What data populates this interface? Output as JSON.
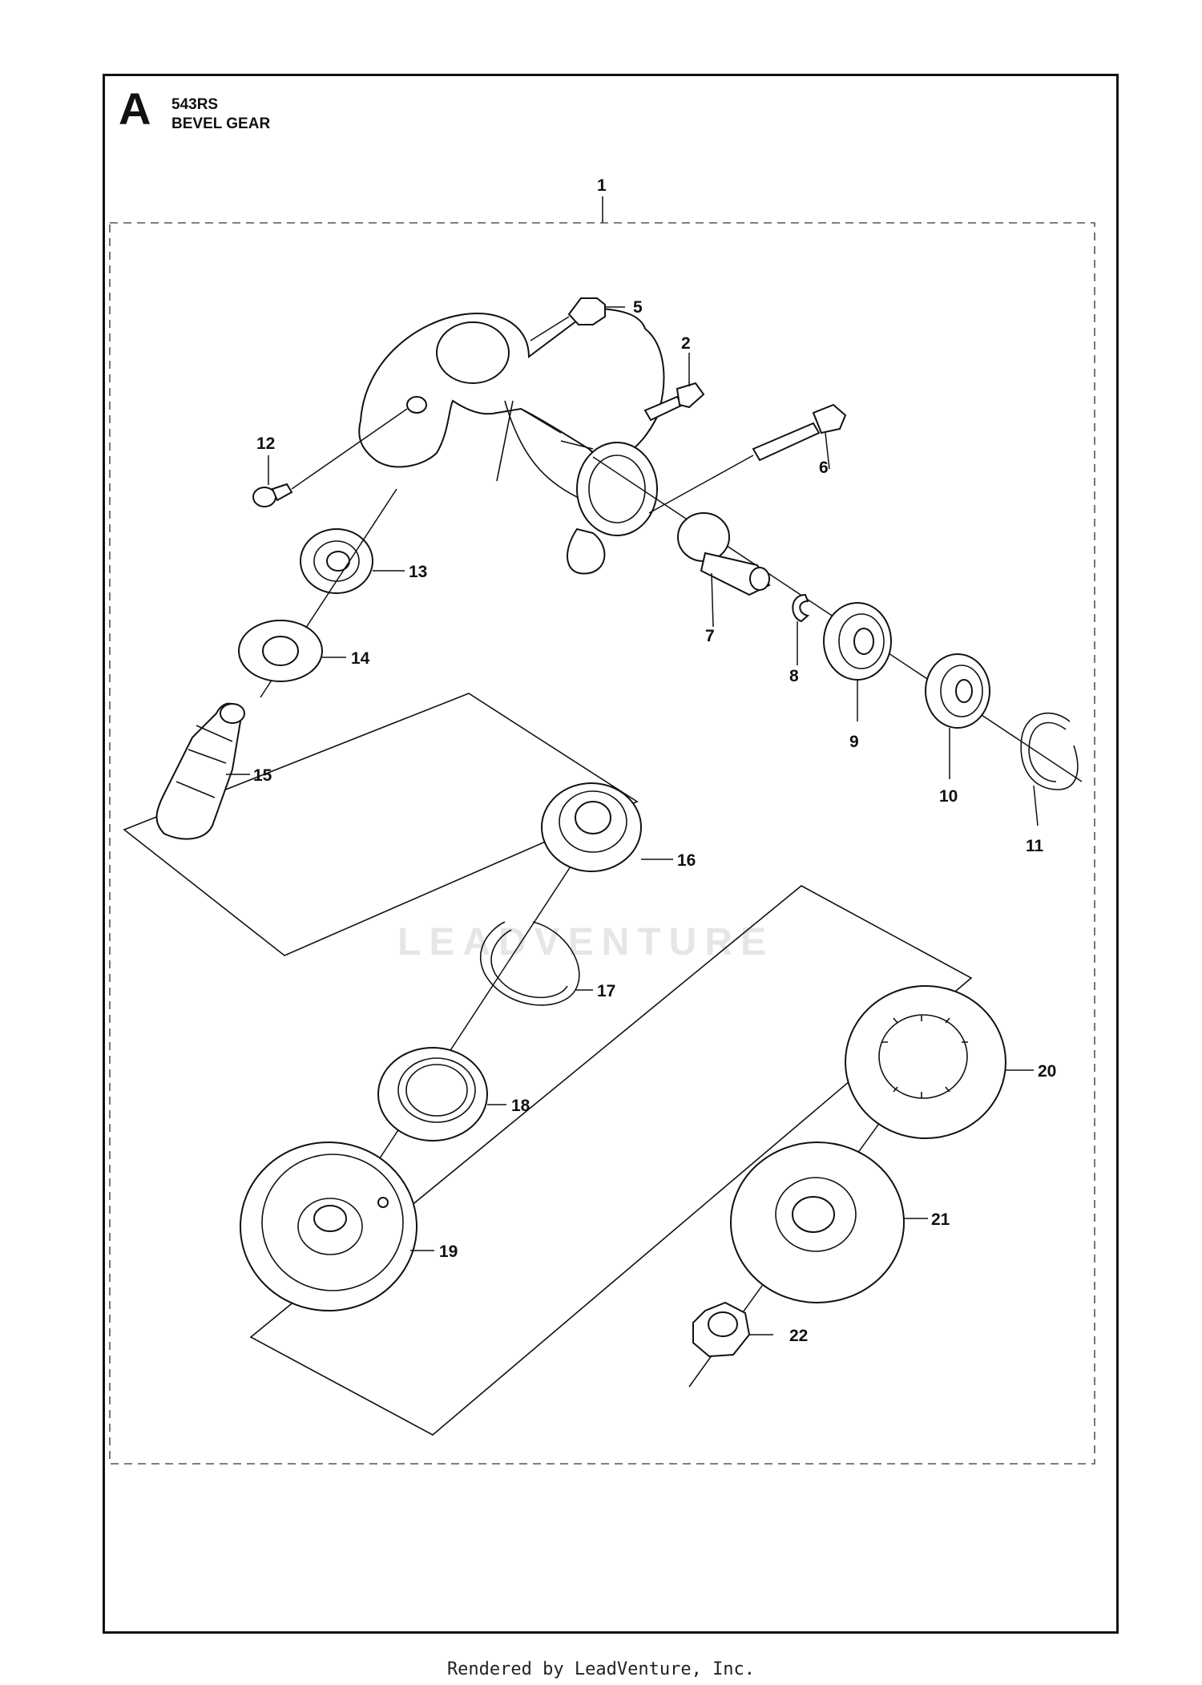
{
  "header": {
    "section_letter": "A",
    "model": "543RS",
    "title": "BEVEL GEAR"
  },
  "callouts": [
    "1",
    "2",
    "5",
    "6",
    "7",
    "8",
    "9",
    "10",
    "11",
    "12",
    "13",
    "14",
    "15",
    "16",
    "17",
    "18",
    "19",
    "20",
    "21",
    "22"
  ],
  "watermark": "LEADVENTURE",
  "footer": "Rendered by LeadVenture, Inc."
}
